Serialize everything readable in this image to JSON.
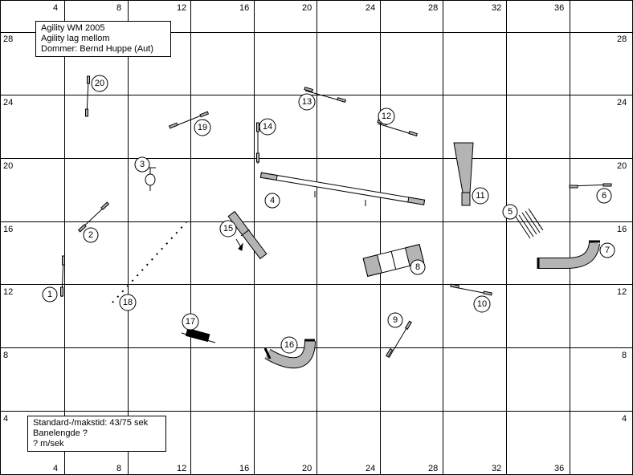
{
  "header": {
    "event": "Agility WM 2005",
    "class": "Agility lag mellom",
    "judge": "Dommer: Bernd Huppe (Aut)"
  },
  "footer": {
    "time": "Standard-/makstid: 43/75 sek",
    "length": "Banelengde ?",
    "speed": "? m/sek"
  },
  "grid": {
    "top_ticks": [
      "4",
      "8",
      "12",
      "16",
      "20",
      "24",
      "28",
      "32",
      "36"
    ],
    "bottom_ticks": [
      "4",
      "8",
      "12",
      "16",
      "20",
      "24",
      "28",
      "32",
      "36"
    ],
    "left_ticks": [
      "28",
      "24",
      "20",
      "16",
      "12",
      "8",
      "4"
    ],
    "right_ticks": [
      "28",
      "24",
      "20",
      "16",
      "12",
      "8",
      "4"
    ]
  },
  "obstacles": [
    {
      "number": "1",
      "type": "jump"
    },
    {
      "number": "2",
      "type": "jump"
    },
    {
      "number": "3",
      "type": "tire"
    },
    {
      "number": "4",
      "type": "dogwalk"
    },
    {
      "number": "5",
      "type": "weave"
    },
    {
      "number": "6",
      "type": "jump"
    },
    {
      "number": "7",
      "type": "tunnel"
    },
    {
      "number": "8",
      "type": "a-frame"
    },
    {
      "number": "9",
      "type": "jump"
    },
    {
      "number": "10",
      "type": "jump"
    },
    {
      "number": "11",
      "type": "chute"
    },
    {
      "number": "12",
      "type": "jump"
    },
    {
      "number": "13",
      "type": "jump"
    },
    {
      "number": "14",
      "type": "jump"
    },
    {
      "number": "15",
      "type": "seesaw"
    },
    {
      "number": "16",
      "type": "tunnel"
    },
    {
      "number": "17",
      "type": "long-jump"
    },
    {
      "number": "18",
      "type": "jump"
    },
    {
      "number": "19",
      "type": "jump"
    },
    {
      "number": "20",
      "type": "jump"
    }
  ],
  "colors": {
    "line": "#000000",
    "equipment": "#b4b4b4",
    "background": "#ffffff"
  }
}
